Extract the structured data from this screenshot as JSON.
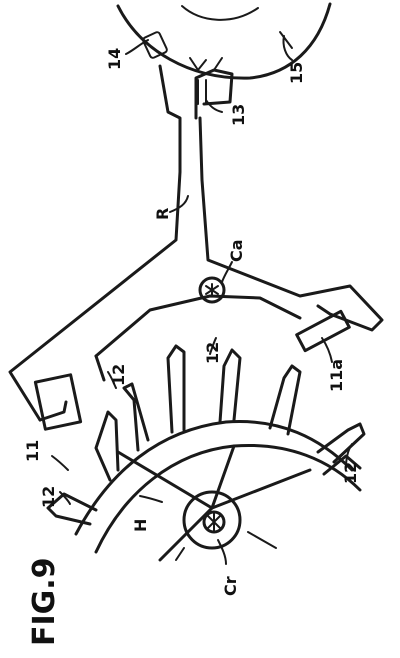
{
  "figure": {
    "title": "FIG.9"
  },
  "labels": {
    "l14": "14",
    "l15": "15",
    "l13": "13",
    "lR": "R",
    "lCa": "Ca",
    "l11a": "11a",
    "l12a": "12",
    "l12b": "12",
    "l12c": "12",
    "l12d": "12",
    "l11": "11",
    "lH": "H",
    "lCr": "Cr"
  }
}
